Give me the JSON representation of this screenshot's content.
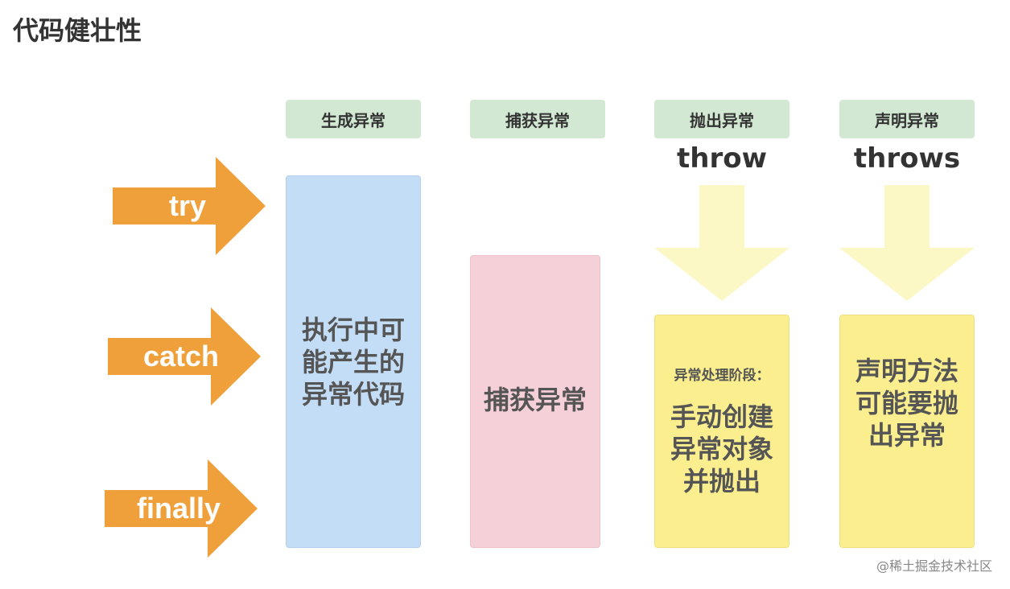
{
  "title": "代码健壮性",
  "arrows": [
    {
      "label": "try"
    },
    {
      "label": "catch"
    },
    {
      "label": "finally"
    }
  ],
  "columns": [
    {
      "header": "生成异常",
      "keyword": "",
      "body": "执行中可\n能产生的\n异常代码",
      "note": ""
    },
    {
      "header": "捕获异常",
      "keyword": "",
      "body": "捕获异常",
      "note": ""
    },
    {
      "header": "抛出异常",
      "keyword": "throw",
      "body": "手动创建\n异常对象\n并抛出",
      "note": "异常处理阶段："
    },
    {
      "header": "声明异常",
      "keyword": "throws",
      "body": "声明方法\n可能要抛\n出异常",
      "note": ""
    }
  ],
  "watermark": "@稀土掘金技术社区",
  "colors": {
    "orange_arrow": "#f0a03a",
    "header_green": "#d2e8d3",
    "box_blue": "#c4ddf6",
    "box_pink": "#f6d0d8",
    "box_yellow": "#fbee8f",
    "down_arrow": "#fbf8c6"
  }
}
